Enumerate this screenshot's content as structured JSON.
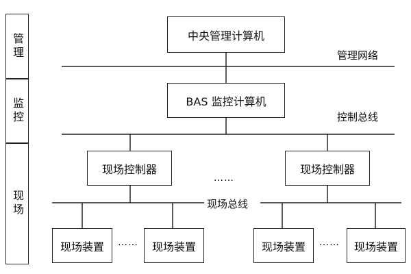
{
  "layers": {
    "management": "管理",
    "monitoring": "监控",
    "field": "现场"
  },
  "boxes": {
    "central_computer": "中央管理计算机",
    "bas_computer": "BAS 监控计算机",
    "field_controller_left": "现场控制器",
    "field_controller_right": "现场控制器",
    "field_device_1": "现场装置",
    "field_device_2": "现场装置",
    "field_device_3": "现场装置",
    "field_device_4": "现场装置"
  },
  "buses": {
    "management_network": "管理网络",
    "control_bus": "控制总线",
    "field_bus": "现场总线"
  },
  "ellipses": {
    "controllers": "……",
    "devices_left": "……",
    "devices_right": "……"
  }
}
